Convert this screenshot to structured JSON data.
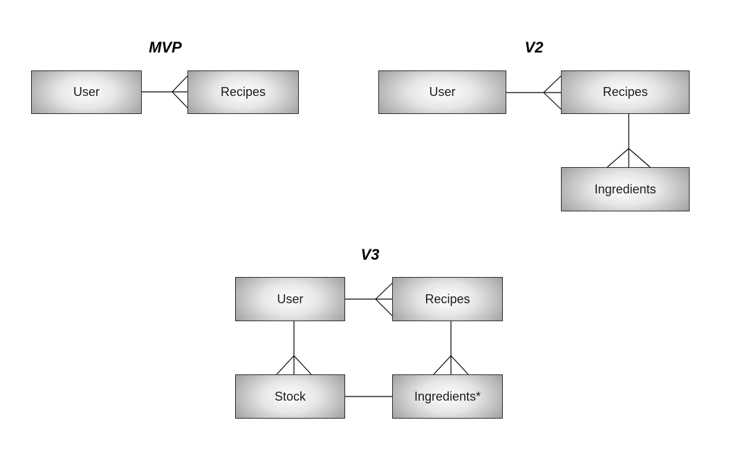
{
  "diagrams": [
    {
      "title": "MVP",
      "entities": [
        {
          "id": "mvp-user",
          "label": "User"
        },
        {
          "id": "mvp-recipes",
          "label": "Recipes"
        }
      ],
      "relationships": [
        {
          "from": "mvp-user",
          "to": "mvp-recipes",
          "cardinality": "one-to-many"
        }
      ]
    },
    {
      "title": "V2",
      "entities": [
        {
          "id": "v2-user",
          "label": "User"
        },
        {
          "id": "v2-recipes",
          "label": "Recipes"
        },
        {
          "id": "v2-ingredients",
          "label": "Ingredients"
        }
      ],
      "relationships": [
        {
          "from": "v2-user",
          "to": "v2-recipes",
          "cardinality": "one-to-many"
        },
        {
          "from": "v2-recipes",
          "to": "v2-ingredients",
          "cardinality": "one-to-many"
        }
      ]
    },
    {
      "title": "V3",
      "entities": [
        {
          "id": "v3-user",
          "label": "User"
        },
        {
          "id": "v3-recipes",
          "label": "Recipes"
        },
        {
          "id": "v3-stock",
          "label": "Stock"
        },
        {
          "id": "v3-ingredients",
          "label": "Ingredients*"
        }
      ],
      "relationships": [
        {
          "from": "v3-user",
          "to": "v3-recipes",
          "cardinality": "one-to-many"
        },
        {
          "from": "v3-user",
          "to": "v3-stock",
          "cardinality": "one-to-many"
        },
        {
          "from": "v3-recipes",
          "to": "v3-ingredients",
          "cardinality": "one-to-many"
        },
        {
          "from": "v3-stock",
          "to": "v3-ingredients",
          "cardinality": "one-to-one"
        }
      ]
    }
  ],
  "colors": {
    "line": "#000000",
    "box_border": "#2a2a2a",
    "box_gradient_center": "#ffffff",
    "box_gradient_edge": "#a6a6a6",
    "text": "#1a1a1a"
  }
}
